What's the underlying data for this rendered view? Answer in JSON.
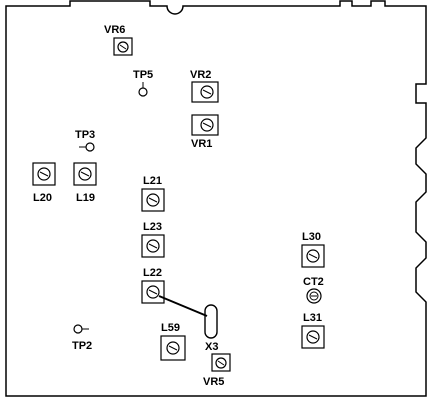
{
  "labels": {
    "vr6": "VR6",
    "tp5": "TP5",
    "vr2": "VR2",
    "vr1": "VR1",
    "tp3": "TP3",
    "l20": "L20",
    "l19": "L19",
    "l21": "L21",
    "l23": "L23",
    "l22": "L22",
    "l59": "L59",
    "x3": "X3",
    "vr5": "VR5",
    "tp2": "TP2",
    "l30": "L30",
    "ct2": "CT2",
    "l31": "L31"
  },
  "colors": {
    "line": "#000000",
    "background": "#ffffff"
  }
}
